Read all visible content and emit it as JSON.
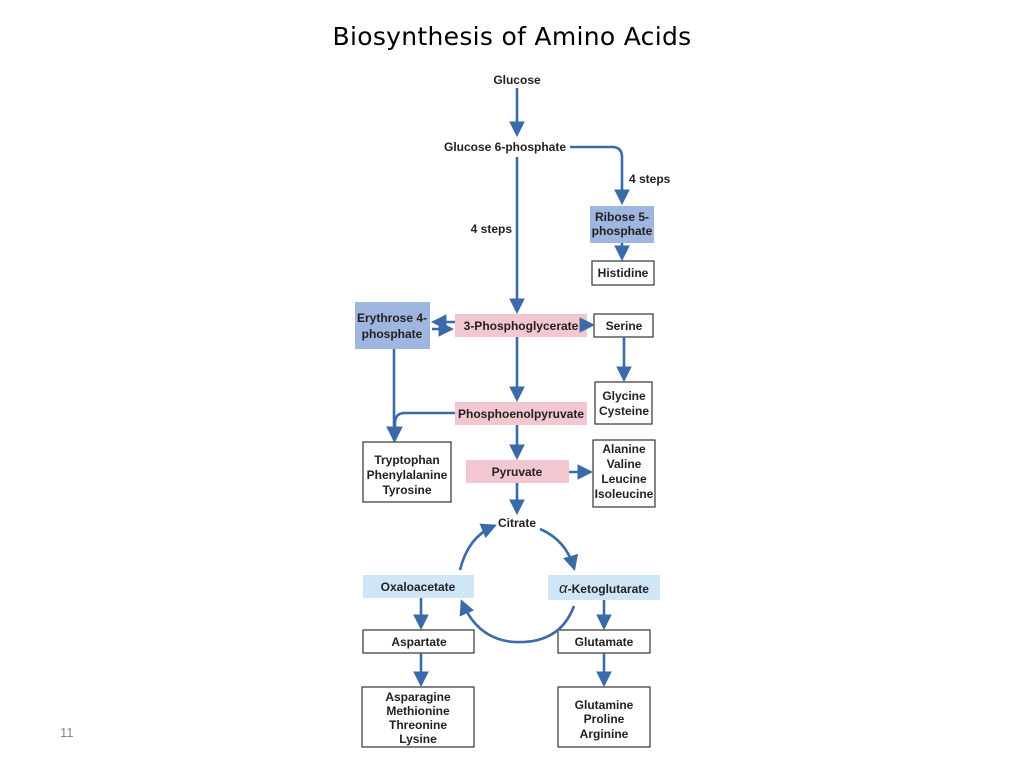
{
  "title": "Biosynthesis of Amino Acids",
  "slide_number": "11",
  "colors": {
    "arrow": "#3a6aa8",
    "blue_box": "#9fb6e0",
    "pink_box": "#f2c7cf",
    "light_blue_box": "#cfe6f7"
  },
  "nodes": {
    "glucose": "Glucose",
    "glucose6p": "Glucose 6-phosphate",
    "steps_right": "4 steps",
    "steps_left": "4 steps",
    "ribose5p": [
      "Ribose 5-",
      "phosphate"
    ],
    "histidine": "Histidine",
    "erythrose4p": [
      "Erythrose 4-",
      "phosphate"
    ],
    "phosphoglycerate": "3-Phosphoglycerate",
    "serine": "Serine",
    "glycine_cysteine": [
      "Glycine",
      "Cysteine"
    ],
    "pep": "Phosphoenolpyruvate",
    "aromatics": [
      "Tryptophan",
      "Phenylalanine",
      "Tyrosine"
    ],
    "pyruvate": "Pyruvate",
    "pyruvate_products": [
      "Alanine",
      "Valine",
      "Leucine",
      "Isoleucine"
    ],
    "citrate": "Citrate",
    "oxaloacetate": "Oxaloacetate",
    "ketoglutarate_alpha": "α",
    "ketoglutarate": "-Ketoglutarate",
    "aspartate": "Aspartate",
    "glutamate": "Glutamate",
    "aspartate_products": [
      "Asparagine",
      "Methionine",
      "Threonine",
      "Lysine"
    ],
    "glutamate_products": [
      "Glutamine",
      "Proline",
      "Arginine"
    ]
  }
}
